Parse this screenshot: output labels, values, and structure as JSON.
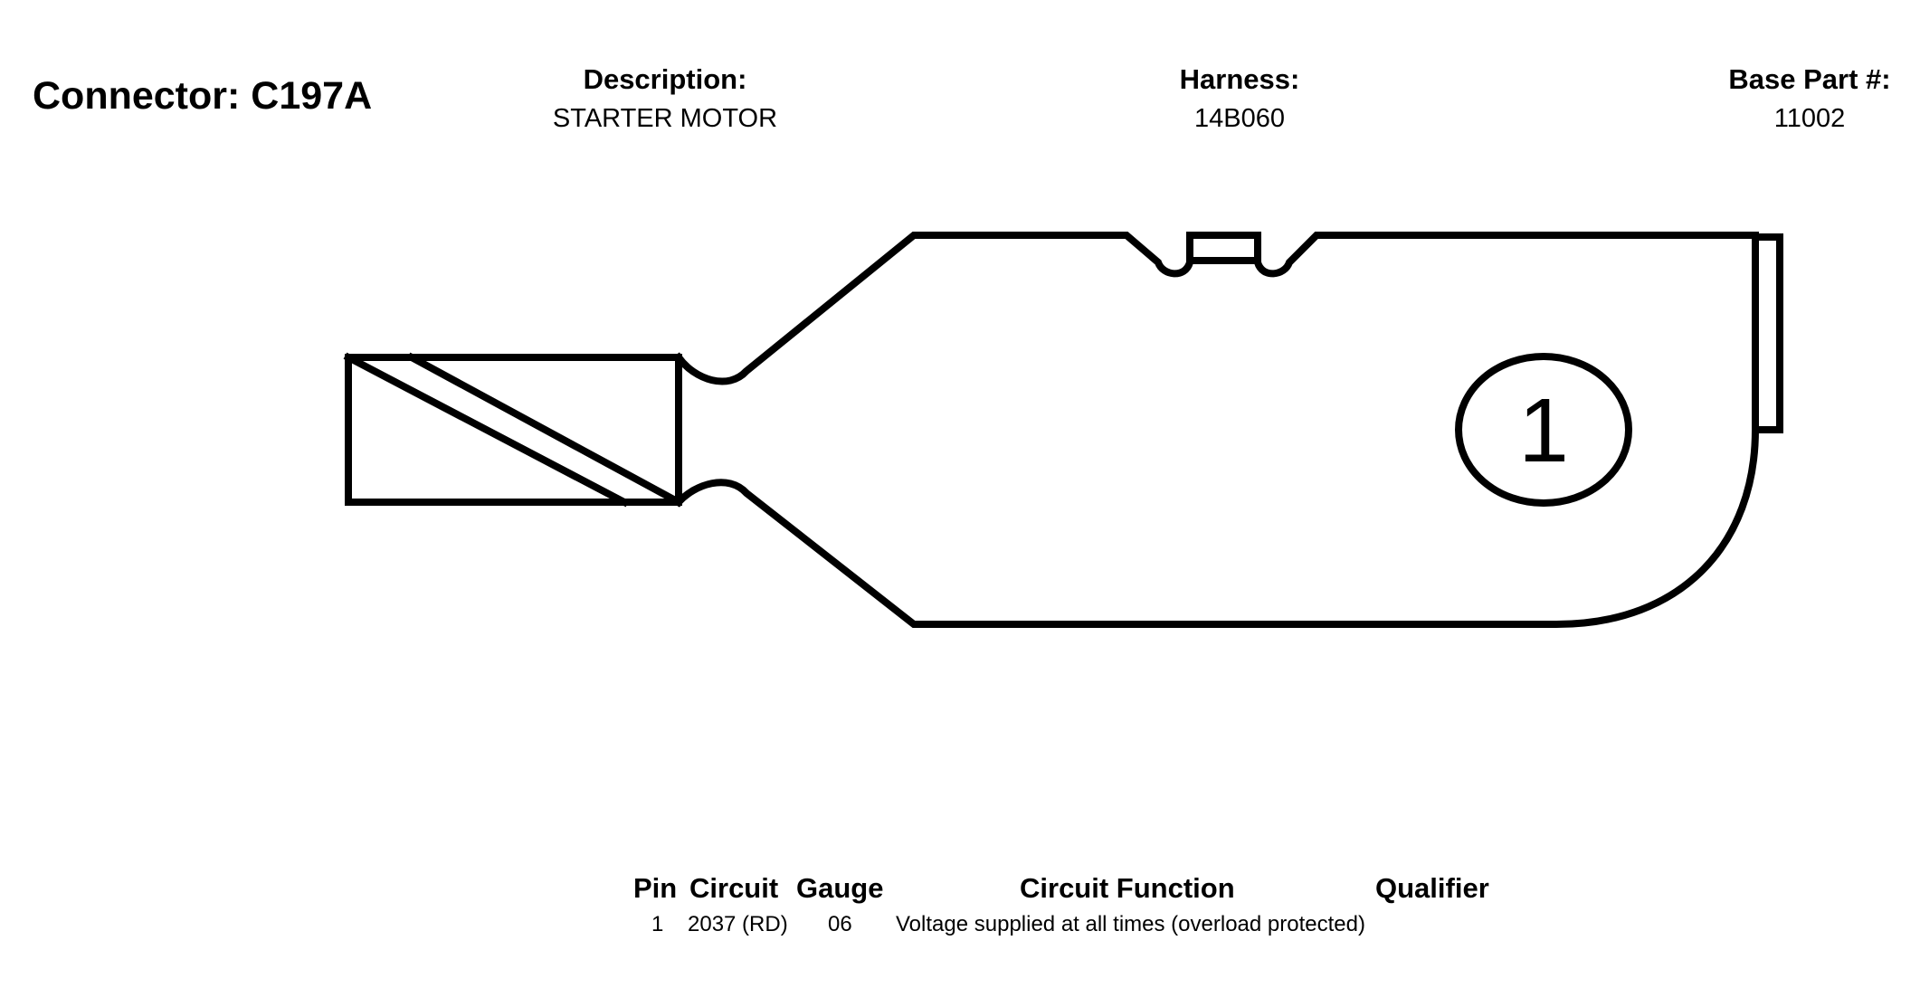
{
  "header": {
    "connector_title": "Connector: C197A",
    "description_label": "Description:",
    "description_value": "STARTER MOTOR",
    "harness_label": "Harness:",
    "harness_value": "14B060",
    "base_part_label": "Base Part #:",
    "base_part_value": "11002"
  },
  "diagram": {
    "pin_number": "1"
  },
  "pin_table": {
    "headers": {
      "pin": "Pin",
      "circuit": "Circuit",
      "gauge": "Gauge",
      "circuit_function": "Circuit Function",
      "qualifier": "Qualifier"
    },
    "rows": [
      {
        "pin": "1",
        "circuit": "2037 (RD)",
        "gauge": "06",
        "circuit_function": "Voltage supplied at all times (overload protected)",
        "qualifier": ""
      }
    ]
  }
}
